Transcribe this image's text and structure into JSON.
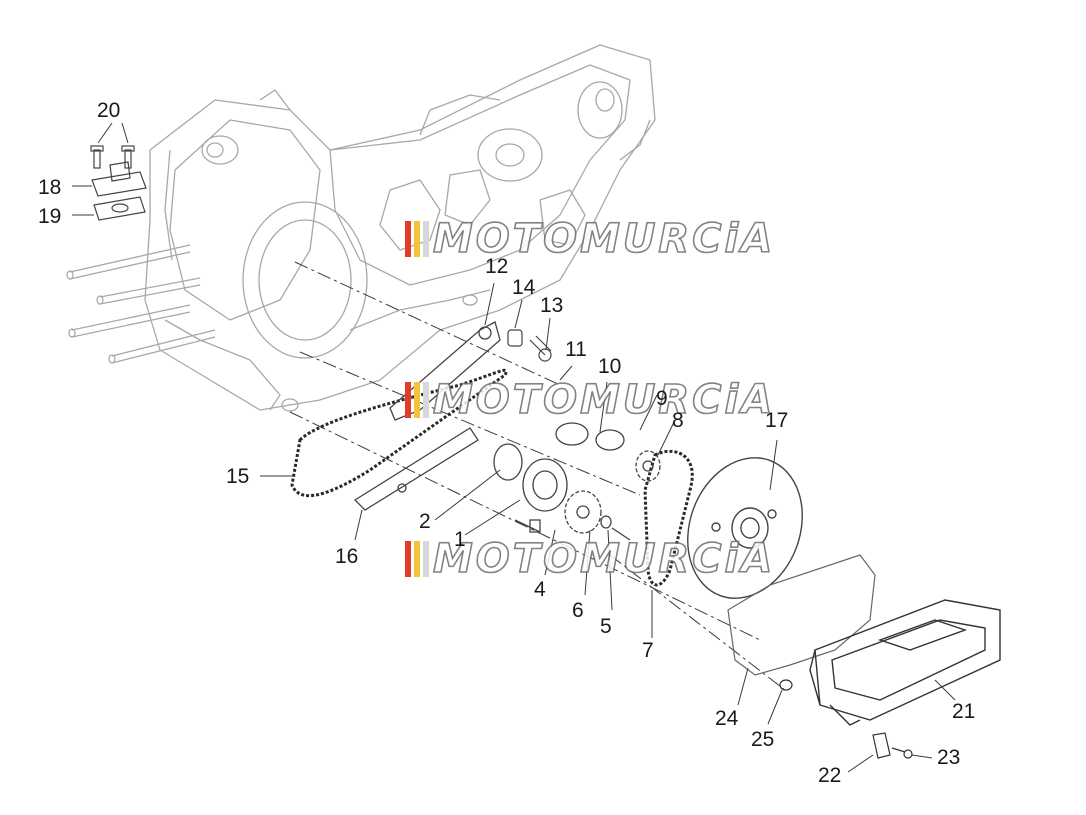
{
  "callouts": [
    {
      "id": "n1",
      "text": "1"
    },
    {
      "id": "n2",
      "text": "2"
    },
    {
      "id": "n4",
      "text": "4"
    },
    {
      "id": "n5",
      "text": "5"
    },
    {
      "id": "n6",
      "text": "6"
    },
    {
      "id": "n7",
      "text": "7"
    },
    {
      "id": "n8",
      "text": "8"
    },
    {
      "id": "n9",
      "text": "9"
    },
    {
      "id": "n10",
      "text": "10"
    },
    {
      "id": "n11",
      "text": "11"
    },
    {
      "id": "n12",
      "text": "12"
    },
    {
      "id": "n13",
      "text": "13"
    },
    {
      "id": "n14",
      "text": "14"
    },
    {
      "id": "n15",
      "text": "15"
    },
    {
      "id": "n16",
      "text": "16"
    },
    {
      "id": "n17",
      "text": "17"
    },
    {
      "id": "n18",
      "text": "18"
    },
    {
      "id": "n19",
      "text": "19"
    },
    {
      "id": "n20",
      "text": "20"
    },
    {
      "id": "n21",
      "text": "21"
    },
    {
      "id": "n22",
      "text": "22"
    },
    {
      "id": "n23",
      "text": "23"
    },
    {
      "id": "n24",
      "text": "24"
    },
    {
      "id": "n25",
      "text": "25"
    }
  ],
  "watermark": {
    "text": "MOTOMURCiA",
    "colors": [
      "#e03c2c",
      "#f2c43a",
      "#d8d8d8"
    ]
  },
  "colors": {
    "line": "#9a9a9a",
    "ink": "#1a1a1a",
    "chain": "#2a2a2a"
  }
}
